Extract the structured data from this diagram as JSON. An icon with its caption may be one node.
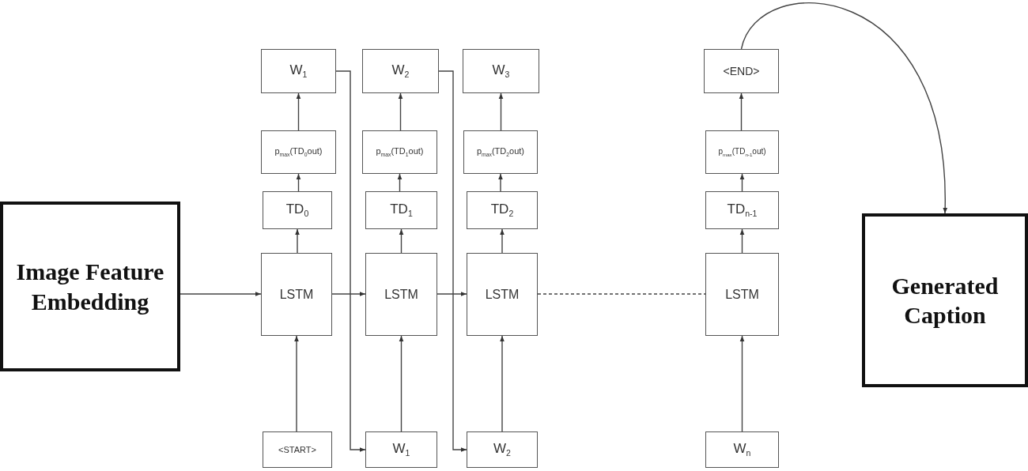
{
  "diagram": {
    "nodes": [
      {
        "text": [
          "Image Feature Embedding"
        ]
      },
      {
        "text": [
          "W$_{1}$"
        ]
      },
      {
        "text": [
          "W$_{2}$"
        ]
      },
      {
        "text": [
          "W$_{3}$"
        ]
      },
      {
        "text": [
          "<END>"
        ]
      },
      {
        "text": [
          "p$_{max}$(TD$_{0}$out)"
        ]
      },
      {
        "text": [
          "p$_{max}$(TD$_{1}$out)"
        ]
      },
      {
        "text": [
          "p$_{max}$(TD$_{2}$out)"
        ]
      },
      {
        "text": [
          "p$_{max}$(TD$_{n-1}$out)"
        ]
      },
      {
        "text": [
          "TD$_{0}$"
        ]
      },
      {
        "text": [
          "TD$_{1}$"
        ]
      },
      {
        "text": [
          "TD$_{2}$"
        ]
      },
      {
        "text": [
          "TD$_{n-1}$"
        ]
      },
      {
        "text": [
          "LSTM"
        ]
      },
      {
        "text": [
          "LSTM"
        ]
      },
      {
        "text": [
          "LSTM"
        ]
      },
      {
        "text": [
          "LSTM"
        ]
      },
      {
        "text": [
          "Generated Caption"
        ]
      },
      {
        "text": [
          "<START>"
        ]
      },
      {
        "text": [
          "W$_{1}$"
        ]
      },
      {
        "text": [
          "W$_{2}$"
        ]
      },
      {
        "text": [
          "W$_{n}$"
        ]
      }
    ],
    "edges": [
      {
        "from": 0,
        "to": 13,
        "arrow": "to"
      },
      {
        "from": 13,
        "to": 14,
        "arrow": "to"
      },
      {
        "from": 14,
        "to": 15,
        "arrow": "to"
      },
      {
        "from": 15,
        "to": 16,
        "arrow": "none",
        "style": "dashed"
      },
      {
        "from": 13,
        "to": 9,
        "arrow": "to"
      },
      {
        "from": 9,
        "to": 5,
        "arrow": "to"
      },
      {
        "from": 5,
        "to": 1,
        "arrow": "to"
      },
      {
        "from": 14,
        "to": 10,
        "arrow": "to"
      },
      {
        "from": 10,
        "to": 6,
        "arrow": "to"
      },
      {
        "from": 6,
        "to": 2,
        "arrow": "to"
      },
      {
        "from": 15,
        "to": 11,
        "arrow": "to"
      },
      {
        "from": 11,
        "to": 7,
        "arrow": "to"
      },
      {
        "from": 7,
        "to": 3,
        "arrow": "to"
      },
      {
        "from": 16,
        "to": 12,
        "arrow": "to"
      },
      {
        "from": 12,
        "to": 8,
        "arrow": "to"
      },
      {
        "from": 8,
        "to": 4,
        "arrow": "to"
      },
      {
        "from": 18,
        "to": 13,
        "arrow": "to"
      },
      {
        "from": 19,
        "to": 14,
        "arrow": "to"
      },
      {
        "from": 20,
        "to": 15,
        "arrow": "to"
      },
      {
        "from": 21,
        "to": 16,
        "arrow": "to"
      },
      {
        "from": 1,
        "to": 19,
        "arrow": "to"
      },
      {
        "from": 2,
        "to": 20,
        "arrow": "to"
      },
      {
        "from": 4,
        "to": 17,
        "arrow": "to"
      }
    ]
  }
}
